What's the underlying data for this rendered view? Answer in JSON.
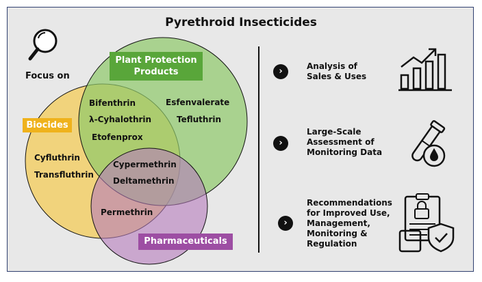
{
  "title": "Pyrethroid Insecticides",
  "focus_label": "Focus on",
  "categories": {
    "plant_protection": [
      "Plant Protection",
      "Products"
    ],
    "biocides": "Biocides",
    "pharmaceuticals": "Pharmaceuticals"
  },
  "substances": {
    "plant_only": [
      "Esfenvalerate",
      "Tefluthrin"
    ],
    "plant_biocide": [
      "Bifenthrin",
      "λ-Cyhalothrin",
      "Etofenprox"
    ],
    "biocide_only": [
      "Cyfluthrin",
      "Transfluthrin"
    ],
    "all_three": [
      "Cypermethrin",
      "Deltamethrin"
    ],
    "biocide_pharma": [
      "Permethrin"
    ]
  },
  "aims": [
    {
      "lines": [
        "Analysis of",
        "Sales & Uses"
      ],
      "icon": "bar-chart-icon"
    },
    {
      "lines": [
        "Large-Scale",
        "Assessment of",
        "Monitoring Data"
      ],
      "icon": "test-tube-icon"
    },
    {
      "lines": [
        "Recommendations",
        "for Improved Use,",
        "Management,",
        "Monitoring &",
        "Regulation"
      ],
      "icon": "document-shield-icon"
    }
  ],
  "colors": {
    "plant_protection": "#59a63a",
    "biocides": "#efb21c",
    "pharmaceuticals": "#9d4ea3"
  }
}
